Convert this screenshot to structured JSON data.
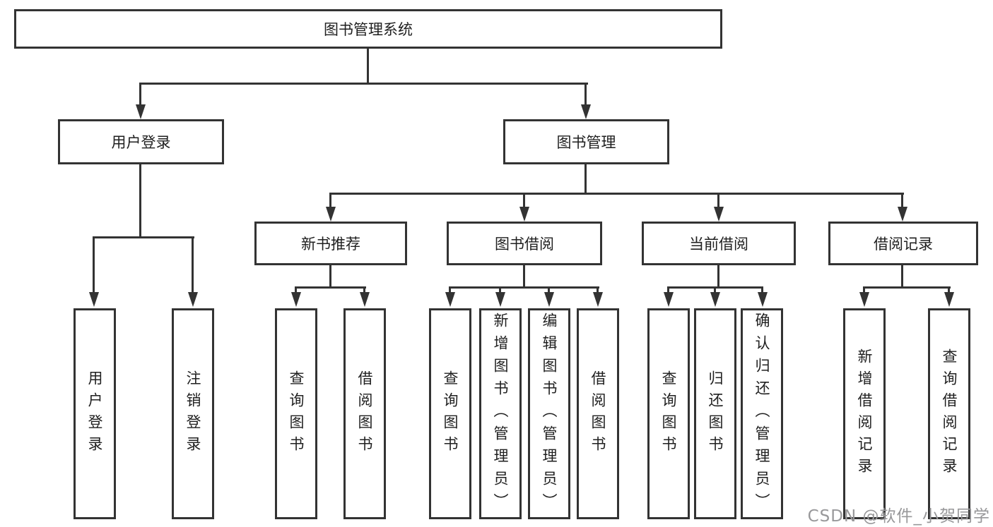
{
  "tree": {
    "root": "图书管理系统",
    "children": [
      {
        "label": "用户登录",
        "children": [
          "用户登录",
          "注销登录"
        ]
      },
      {
        "label": "图书管理",
        "children": [
          {
            "label": "新书推荐",
            "children": [
              "查询图书",
              "借阅图书"
            ]
          },
          {
            "label": "图书借阅",
            "children": [
              "查询图书",
              "新增图书（管理员）",
              "编辑图书（管理员）",
              "借阅图书"
            ]
          },
          {
            "label": "当前借阅",
            "children": [
              "查询图书",
              "归还图书",
              "确认归还（管理员）"
            ]
          },
          {
            "label": "借阅记录",
            "children": [
              "新增借阅记录",
              "查询借阅记录"
            ]
          }
        ]
      }
    ]
  },
  "watermark": {
    "text": "CSDN @软件_小贺同学"
  },
  "colors": {
    "line": "#333333",
    "text": "#1f1f1f",
    "watermark": "#98989a",
    "background": "#ffffff"
  }
}
